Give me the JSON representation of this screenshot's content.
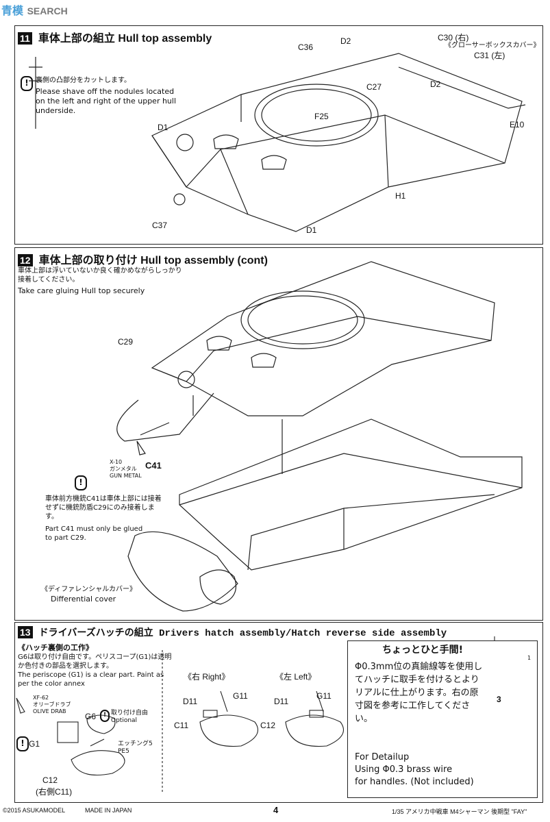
{
  "watermark": {
    "brand_cn": "青模",
    "brand_en": "SEARCH"
  },
  "step11": {
    "number": "11",
    "title": "車体上部の組立 Hull top assembly",
    "note_jp": "裏側の凸部分をカットします。",
    "note_en": "Please shave off the nodules located on the left and right of the upper hull underside.",
    "parts": [
      "C36",
      "D2",
      "C30 (右)",
      "《グローサーボックスカバー》",
      "C31 (左)",
      "C27",
      "D2",
      "F25",
      "E10",
      "D1",
      "H1",
      "C37",
      "D1"
    ]
  },
  "step12": {
    "number": "12",
    "title": "車体上部の取り付け Hull top assembly (cont)",
    "note_jp": "車体上部は浮いていないか良く確かめながらしっかり接着してください。",
    "note_en": "Take care gluing Hull top securely",
    "parts": [
      "C29",
      "C41"
    ],
    "paint": {
      "code": "X-10",
      "jp": "ガンメタル",
      "en": "GUN METAL"
    },
    "caution_jp": "車体前方機銃C41は車体上部には接着せずに機銃防盾C29にのみ接着します。",
    "caution_en": "Part C41 must only be glued to part C29.",
    "diff_jp": "《ディファレンシャルカバー》",
    "diff_en": "Differential cover"
  },
  "step13": {
    "number": "13",
    "title": "ドライバーズハッチの組立 Drivers hatch assembly/Hatch reverse side assembly",
    "sub_jp": "《ハッチ裏側の工作》",
    "sub_note_jp": "G6は取り付け自由です。ペリスコープ(G1)は透明か色付きの部品を選択します。",
    "sub_note_en": "The periscope (G1) is a clear part. Paint as per the color annex",
    "paint": {
      "code": "XF-62",
      "jp": "オリーブドラブ",
      "en": "OLIVE DRAB"
    },
    "g6": "G6",
    "g6_opt_jp": "取り付け自由",
    "g6_opt_en": "Optional",
    "g1": "G1",
    "etch": "エッチング5",
    "etch_code": "PE5",
    "c12": "C12",
    "c12_jp": "(右側C11)",
    "right_title": "《右 Right》",
    "left_title": "《左 Left》",
    "right_parts": [
      "D11",
      "G11",
      "C11"
    ],
    "left_parts": [
      "D11",
      "G11",
      "C12"
    ],
    "detail": {
      "title": "ちょっとひと手間!",
      "jp": "Φ0.3mm位の真鍮線等を使用してハッチに取手を付けるとよりリアルに仕上がります。右の原寸図を参考に工作してください。",
      "en1": "For Detailup",
      "en2": "Using Φ0.3 brass wire",
      "en3": "for handles. (Not included)",
      "dim": "3",
      "dim_small": "1"
    }
  },
  "footer": {
    "copyright": "©2015 ASUKAMODEL",
    "made": "MADE IN JAPAN",
    "page": "4",
    "product": "1/35 アメリカ中戦車 M4シャーマン 後期型 \"FAY\""
  }
}
